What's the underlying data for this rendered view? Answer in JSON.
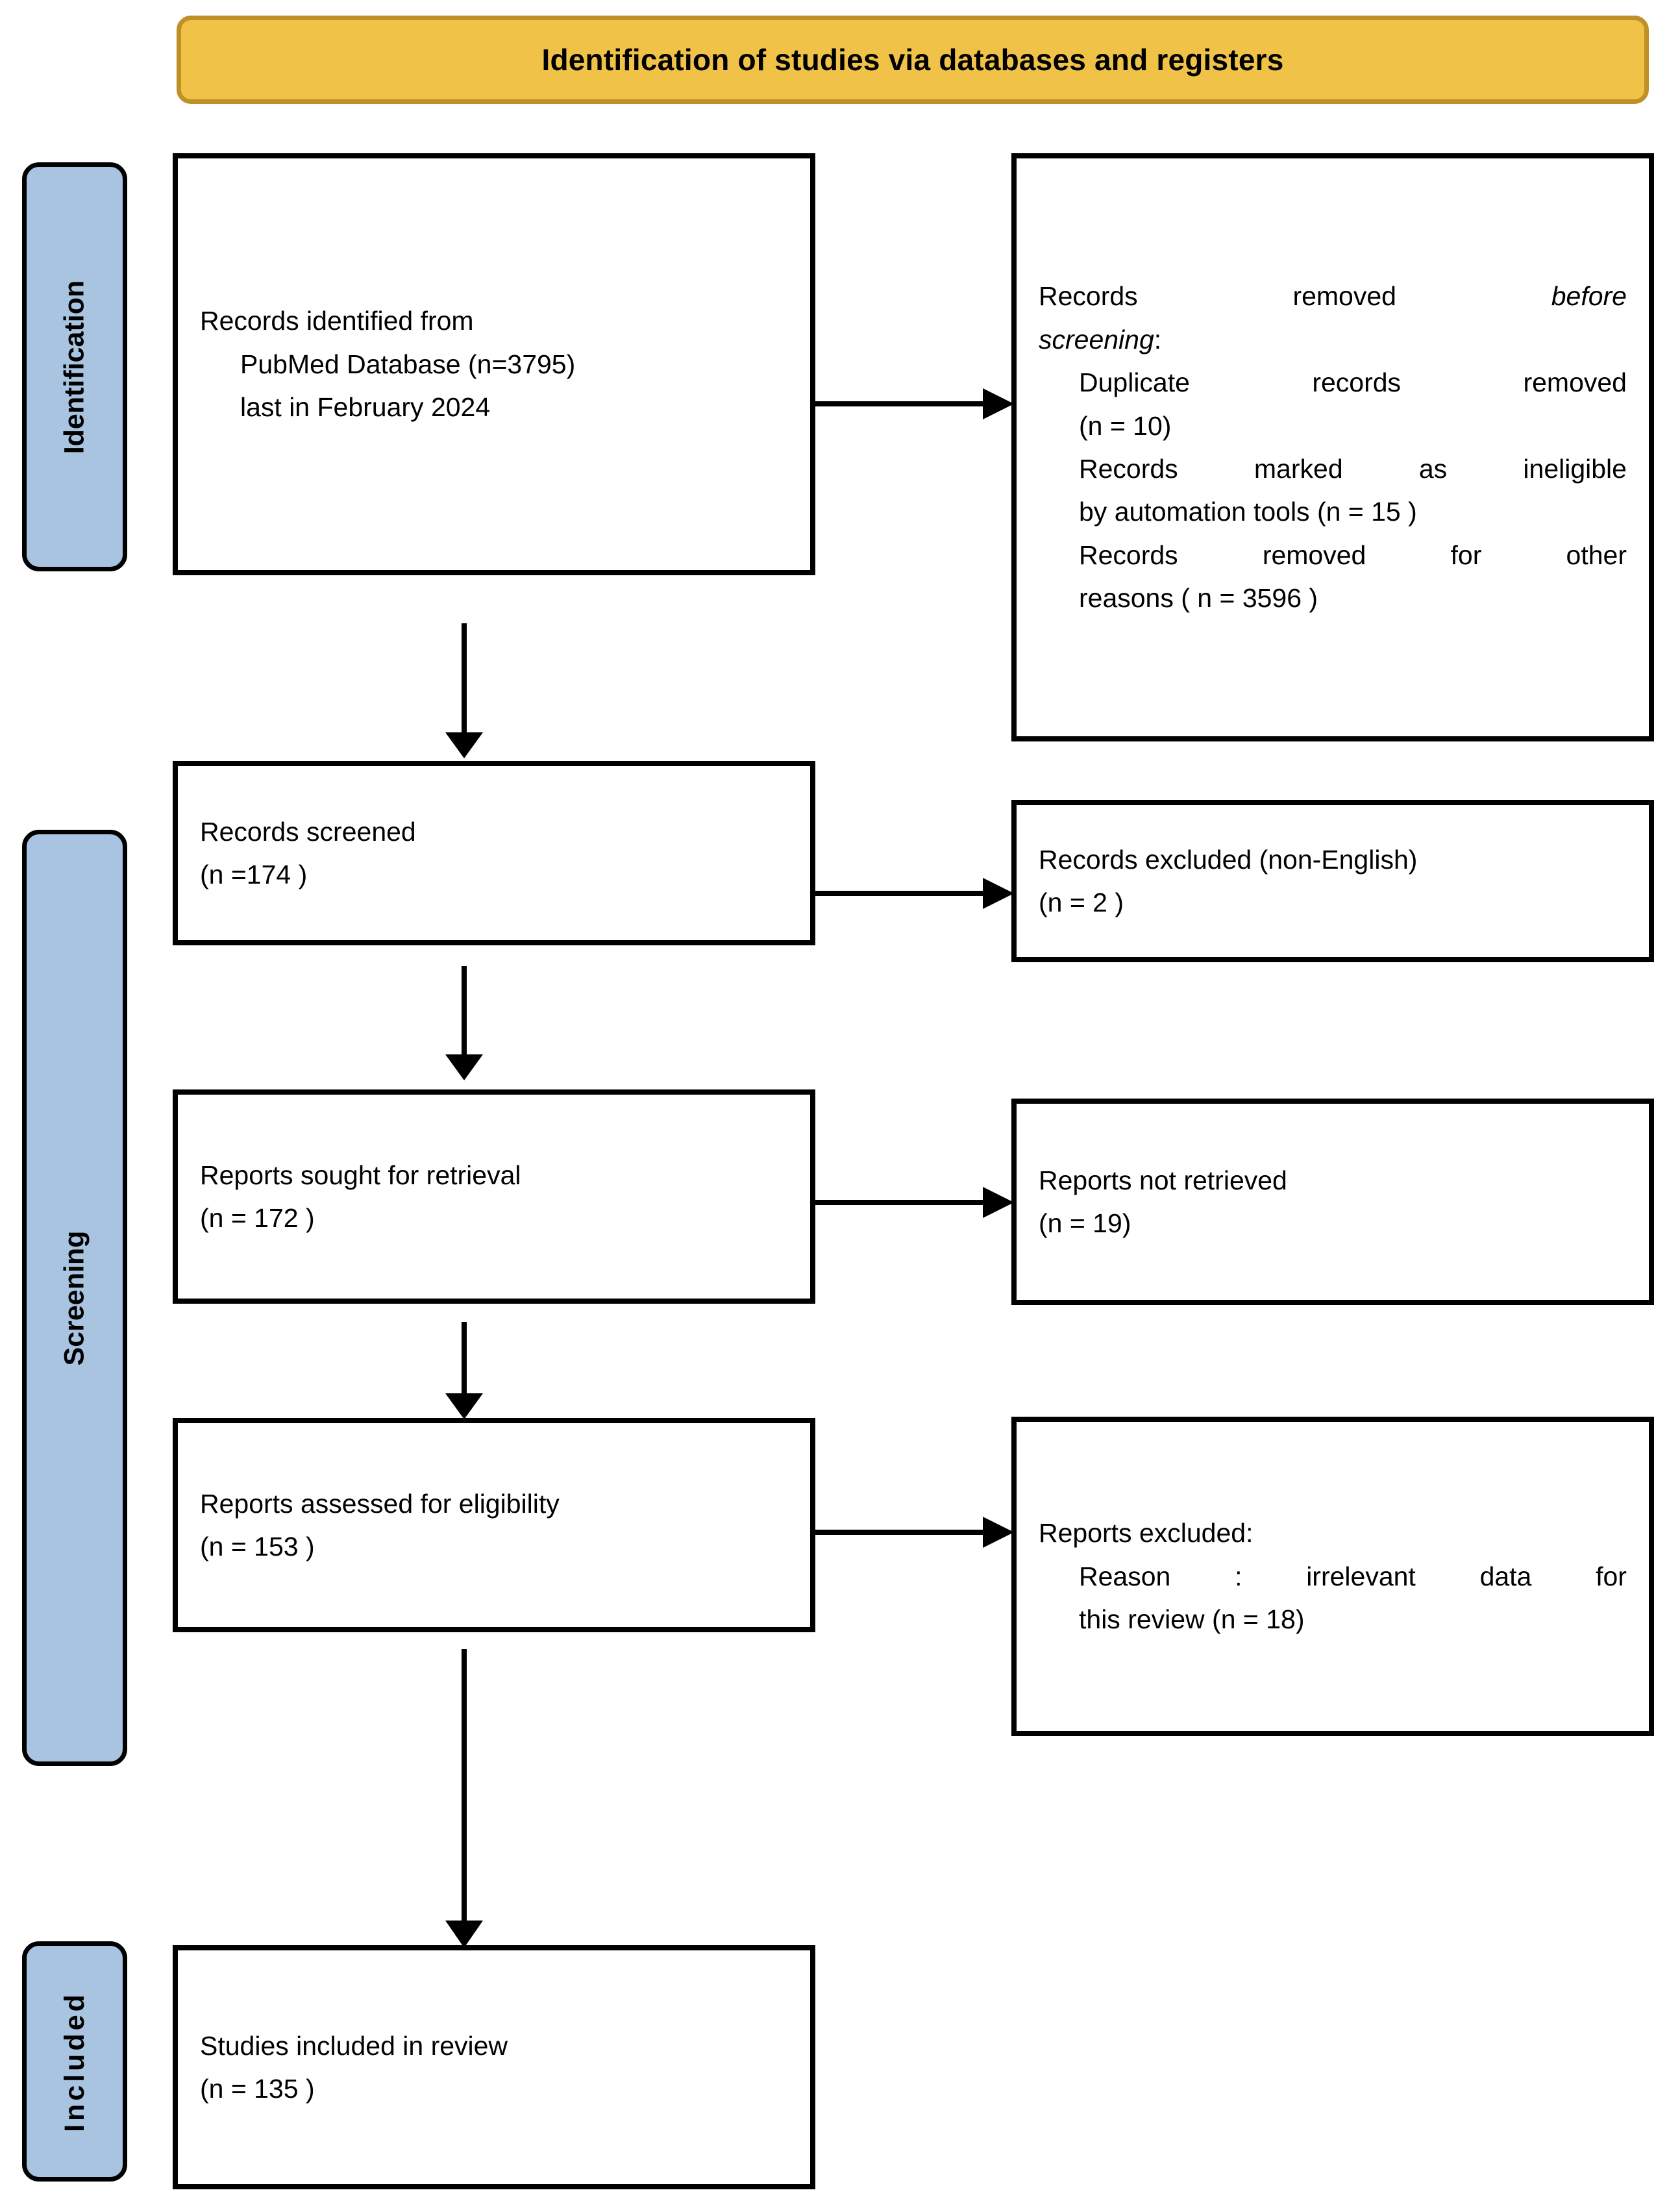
{
  "banner": {
    "title": "Identification of studies via databases and registers"
  },
  "stages": [
    {
      "id": "identification",
      "label": "Identification"
    },
    {
      "id": "screening",
      "label": "Screening"
    },
    {
      "id": "included",
      "label": "Included"
    }
  ],
  "boxes": {
    "identified": {
      "line1": "Records identified from",
      "line2": "PubMed Database (n=3795)",
      "line3": "last in February 2024"
    },
    "removed_before_screening": {
      "line1_a": "Records",
      "line1_b": "removed",
      "line1_c": "before",
      "line2": "screening",
      "line2_colon": ":",
      "line3_a": "Duplicate",
      "line3_b": "records",
      "line3_c": "removed",
      "line4": "(n = 10)",
      "line5_a": "Records",
      "line5_b": "marked",
      "line5_c": "as",
      "line5_d": "ineligible",
      "line6": "by automation tools (n = 15 )",
      "line7_a": "Records",
      "line7_b": "removed",
      "line7_c": "for",
      "line7_d": "other",
      "line8": "reasons ( n = 3596 )"
    },
    "screened": {
      "line1": "Records screened",
      "line2": "(n =174 )"
    },
    "excluded_non_english": {
      "line1": "Records excluded (non-English)",
      "line2": "(n = 2 )"
    },
    "sought": {
      "line1": "Reports sought for retrieval",
      "line2": "(n = 172 )"
    },
    "not_retrieved": {
      "line1": "Reports not retrieved",
      "line2": "(n = 19)"
    },
    "assessed": {
      "line1": "Reports assessed for eligibility",
      "line2": "(n = 153 )"
    },
    "reports_excluded": {
      "line1": "Reports excluded:",
      "line2_a": "Reason",
      "line2_b": ":",
      "line2_c": "irrelevant",
      "line2_d": "data",
      "line2_e": "for",
      "line3": "this review (n = 18)"
    },
    "included": {
      "line1": "Studies included in review",
      "line2": "(n = 135 )"
    }
  },
  "colors": {
    "banner_fill": "#F0C248",
    "banner_border": "#BE9026",
    "stage_fill": "#A8C4E0",
    "box_border": "#000000",
    "arrow": "#000000"
  },
  "counts": {
    "identified_pubmed": 3795,
    "duplicates_removed": 10,
    "ineligible_automation": 15,
    "removed_other_reasons": 3596,
    "records_screened": 174,
    "records_excluded_non_english": 2,
    "reports_sought": 172,
    "reports_not_retrieved": 19,
    "reports_assessed": 153,
    "reports_excluded": 18,
    "studies_included": 135
  }
}
